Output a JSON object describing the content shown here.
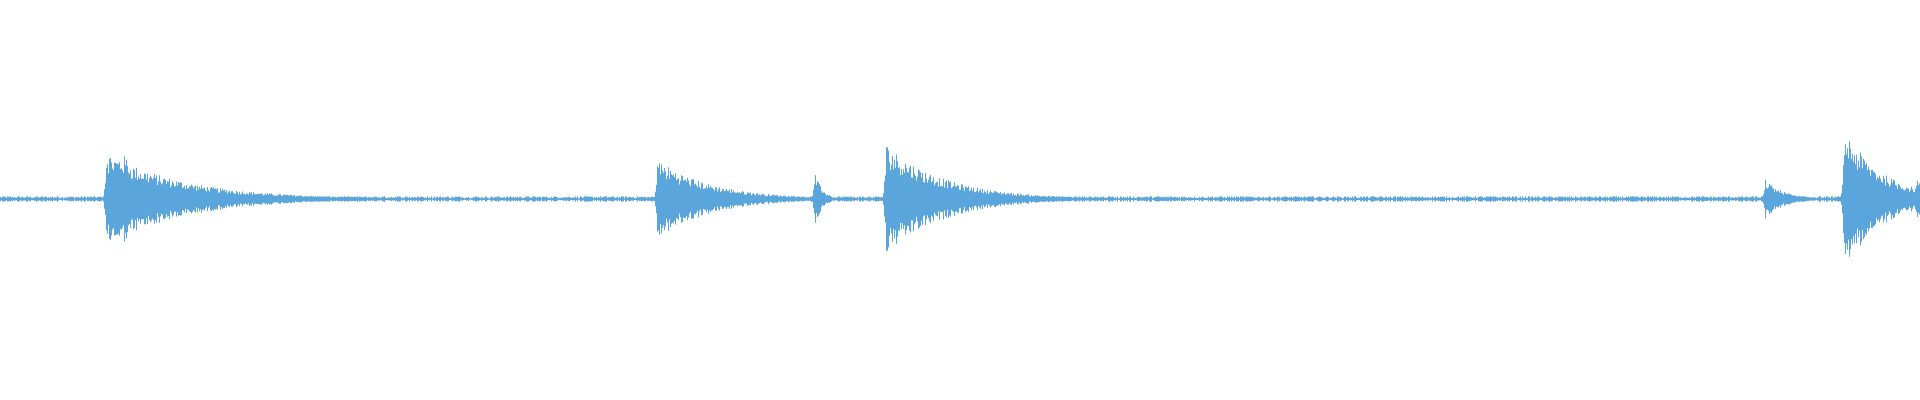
{
  "waveform": {
    "color": "#5aa5dc",
    "background": "#ffffff",
    "transients": [
      {
        "at": 0.055,
        "peak": 0.12,
        "decay": 0.04,
        "double": true
      },
      {
        "at": 0.342,
        "peak": 0.1,
        "decay": 0.028,
        "double": false
      },
      {
        "at": 0.424,
        "peak": 0.07,
        "decay": 0.004,
        "double": false
      },
      {
        "at": 0.461,
        "peak": 0.14,
        "decay": 0.03,
        "double": false
      },
      {
        "at": 0.919,
        "peak": 0.05,
        "decay": 0.01,
        "double": false
      },
      {
        "at": 0.96,
        "peak": 0.18,
        "decay": 0.02,
        "double": false
      },
      {
        "at": 0.998,
        "peak": 0.06,
        "decay": 0.004,
        "double": false
      }
    ],
    "noise_floor": 0.005
  }
}
